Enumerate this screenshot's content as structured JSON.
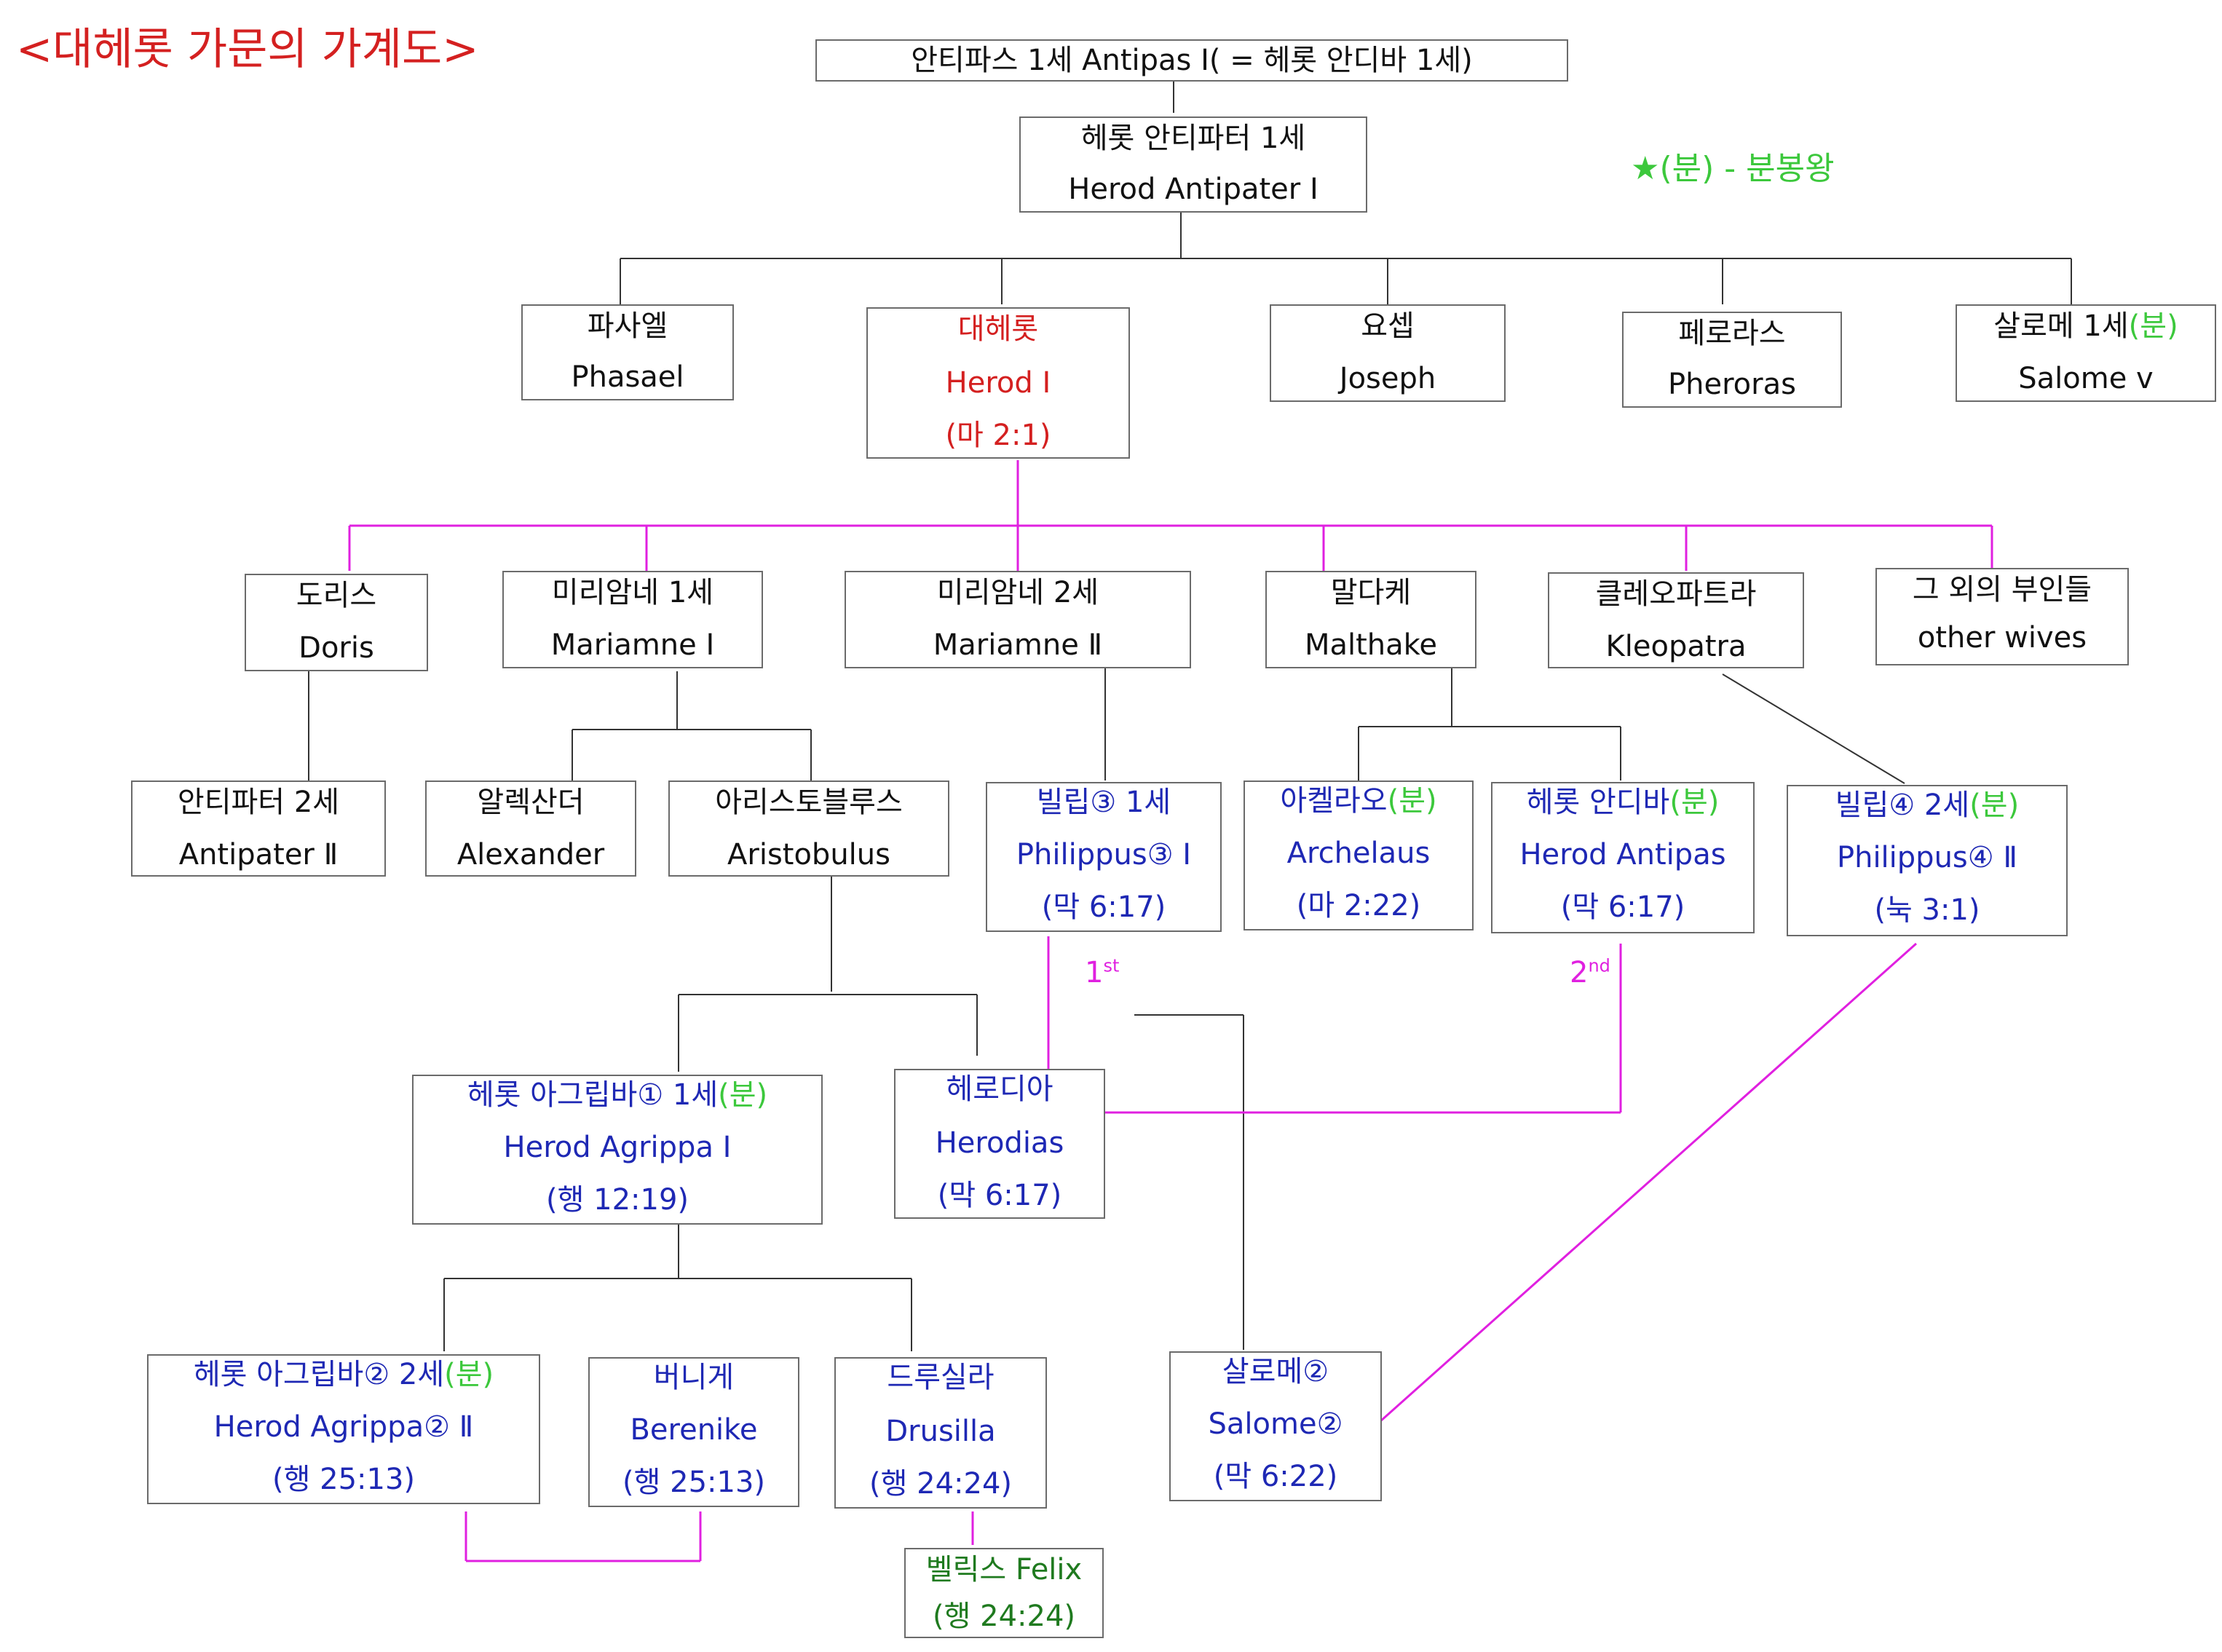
{
  "title": "<대헤롯 가문의 가계도>",
  "legend": "★(분) - 분봉왕",
  "legend_mark": "(분)",
  "colors": {
    "title_red": "#d42020",
    "herod_red": "#d42020",
    "desc_blue": "#1e28b4",
    "felix_green": "#1f7a1f",
    "tetrarch_green": "#3cc83c",
    "wife_line_magenta": "#e020e0",
    "line_gray": "#333333"
  },
  "ordinals": [
    {
      "num": "1",
      "sup": "st"
    },
    {
      "num": "2",
      "sup": "nd"
    }
  ],
  "people": {
    "antipas1": {
      "l1": "안티파스 1세 Antipas Ⅰ( = 헤롯 안디바 1세)"
    },
    "antipater1": {
      "l1": "헤롯 안티파터 1세",
      "l2": "Herod Antipater Ⅰ"
    },
    "phasael": {
      "l1": "파사엘",
      "l2": "Phasael"
    },
    "herod": {
      "l1": "대헤롯",
      "l2": "Herod Ⅰ",
      "l3": "(마 2:1)"
    },
    "joseph": {
      "l1": "요셉",
      "l2": "Joseph"
    },
    "pheroras": {
      "l1": "페로라스",
      "l2": "Pheroras"
    },
    "salome1": {
      "l1": "살로메 1세",
      "l2": "Salome v"
    },
    "doris": {
      "l1": "도리스",
      "l2": "Doris"
    },
    "mariamne1": {
      "l1": "미리암네 1세",
      "l2": "Mariamne Ⅰ"
    },
    "mariamne2": {
      "l1": "미리암네 2세",
      "l2": "Mariamne Ⅱ"
    },
    "malthake": {
      "l1": "말다케",
      "l2": "Malthake"
    },
    "kleopatra": {
      "l1": "클레오파트라",
      "l2": "Kleopatra"
    },
    "otherwives": {
      "l1": "그 외의 부인들",
      "l2": "other wives"
    },
    "antipater2": {
      "l1": "안티파터 2세",
      "l2": "Antipater Ⅱ"
    },
    "alexander": {
      "l1": "알렉산더",
      "l2": "Alexander"
    },
    "aristobulus": {
      "l1": "아리스토블루스",
      "l2": "Aristobulus"
    },
    "philippus1": {
      "l1": "빌립③ 1세",
      "l2": "Philippus③ Ⅰ",
      "l3": "(막 6:17)"
    },
    "archelaus": {
      "l1": "아켈라오",
      "l2": "Archelaus",
      "l3": "(마 2:22)"
    },
    "antipas": {
      "l1": "헤롯 안디바",
      "l2": "Herod Antipas",
      "l3": "(막 6:17)"
    },
    "philippus2": {
      "l1": "빌립④ 2세",
      "l2": "Philippus④ Ⅱ",
      "l3": "(눅 3:1)"
    },
    "agrippa1": {
      "l1": "헤롯 아그립바① 1세",
      "l2": "Herod Agrippa Ⅰ",
      "l3": "(행 12:19)"
    },
    "herodias": {
      "l1": "헤로디아",
      "l2": "Herodias",
      "l3": "(막 6:17)"
    },
    "agrippa2": {
      "l1": "헤롯 아그립바② 2세",
      "l2": "Herod Agrippa② Ⅱ",
      "l3": "(행 25:13)"
    },
    "berenike": {
      "l1": "버니게",
      "l2": "Berenike",
      "l3": "(행 25:13)"
    },
    "drusilla": {
      "l1": "드루실라",
      "l2": "Drusilla",
      "l3": "(행 24:24)"
    },
    "salome2": {
      "l1": "살로메②",
      "l2": "Salome②",
      "l3": "(막 6:22)"
    },
    "felix": {
      "l1": "벨릭스 Felix",
      "l2": "(행 24:24)"
    }
  }
}
